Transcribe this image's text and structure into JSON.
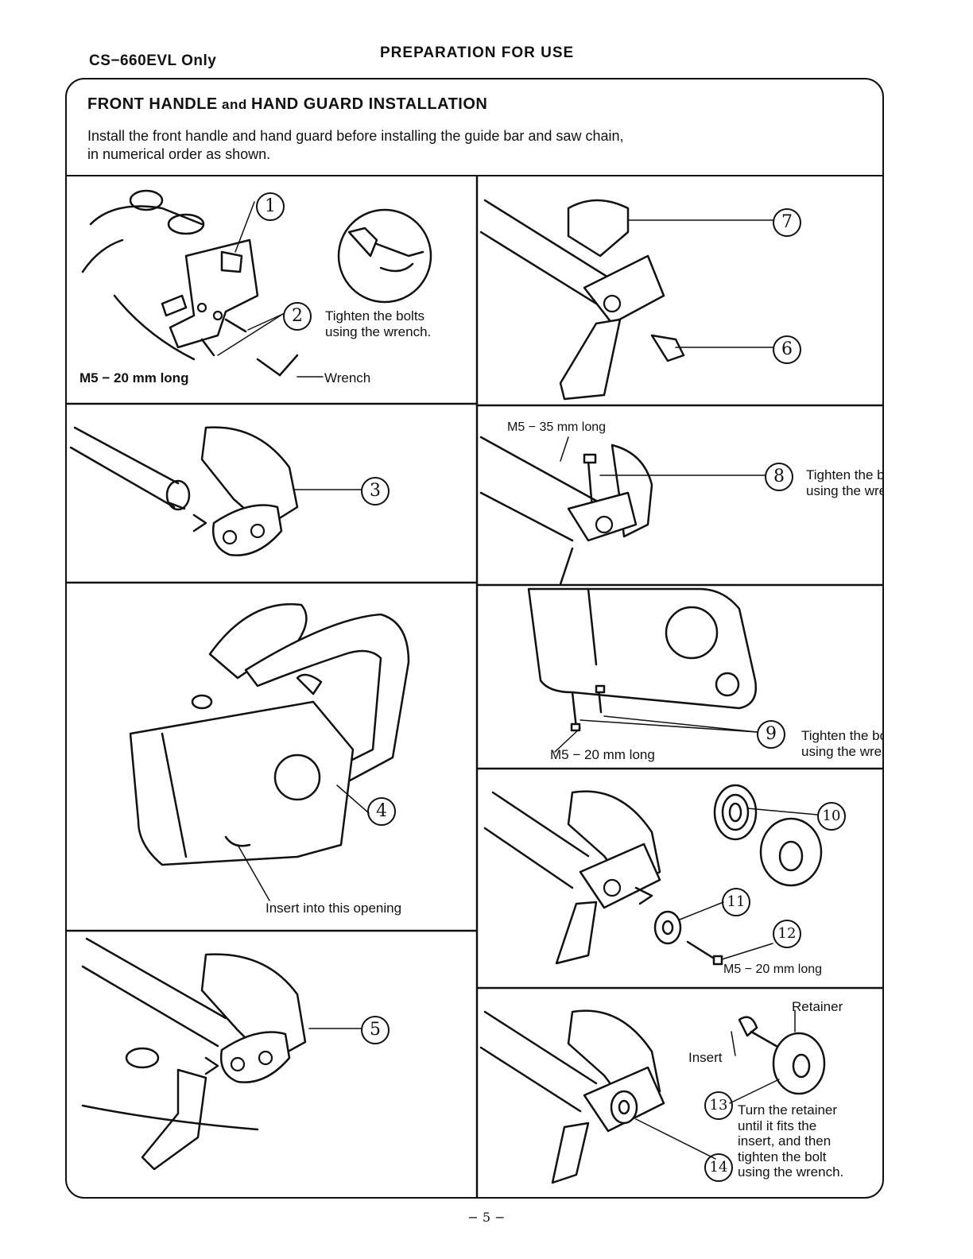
{
  "header": {
    "model": "CS−660EVL  Only",
    "section": "PREPARATION FOR USE"
  },
  "box": {
    "title_a": "FRONT  HANDLE",
    "title_and": " and ",
    "title_b": "HAND  GUARD  INSTALLATION",
    "intro_line1": "Install the front handle and hand guard before installing the guide bar and saw chain,",
    "intro_line2": "in numerical order as shown."
  },
  "steps": {
    "s1": {
      "num": "1"
    },
    "s2": {
      "num": "2",
      "note_line1": "Tighten  the  bolts",
      "note_line2": "using the wrench.",
      "bolt": "M5  −  20 mm   long",
      "wrench": "Wrench"
    },
    "s3": {
      "num": "3"
    },
    "s4": {
      "num": "4",
      "note": "Insert into this opening"
    },
    "s5": {
      "num": "5"
    },
    "s6": {
      "num": "6"
    },
    "s7": {
      "num": "7"
    },
    "s8": {
      "num": "8",
      "bolt": "M5  −  35 mm    long",
      "note_line1": "Tighten  the  bolt",
      "note_line2": "using the wrench."
    },
    "s9": {
      "num": "9",
      "bolt": "M5  −  20 mm   long",
      "note_line1": "Tighten  the  bolt",
      "note_line2": "using the wrench."
    },
    "s10": {
      "num": "10"
    },
    "s11": {
      "num": "11"
    },
    "s12": {
      "num": "12",
      "bolt": "M5  −  20 mm   long"
    },
    "s13": {
      "num": "13",
      "retainer": "Retainer",
      "insert": "Insert",
      "note_line1": "Turn  the  retainer",
      "note_line2": "until  it  fits  the",
      "note_line3": "insert,  and  then",
      "note_line4": "tighten  the  bolt",
      "note_line5": "using  the  wrench."
    },
    "s14": {
      "num": "14"
    }
  },
  "footer": {
    "page": "− 5 −"
  }
}
